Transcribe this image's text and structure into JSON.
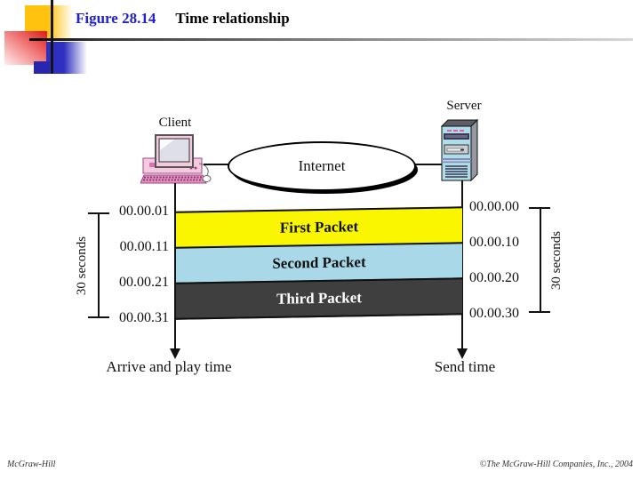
{
  "slide": {
    "figure_label": "Figure 28.14",
    "figure_title": "Time relationship",
    "footer_left": "McGraw-Hill",
    "footer_right": "©The McGraw-Hill Companies, Inc., 2004"
  },
  "diagram": {
    "client_label": "Client",
    "internet_label": "Internet",
    "server_label": "Server",
    "left_times": [
      "00.00.01",
      "00.00.11",
      "00.00.21",
      "00.00.31"
    ],
    "right_times": [
      "00.00.00",
      "00.00.10",
      "00.00.20",
      "00.00.30"
    ],
    "left_span": "30 seconds",
    "right_span": "30 seconds",
    "packets": [
      {
        "label": "First Packet",
        "fill": "#FAF600",
        "text": "#111111"
      },
      {
        "label": "Second Packet",
        "fill": "#A9D9E9",
        "text": "#111111"
      },
      {
        "label": "Third Packet",
        "fill": "#3F3F3F",
        "text": "#FFFFFF"
      }
    ],
    "arrive_label": "Arrive and play time",
    "send_label": "Send time"
  },
  "colors": {
    "title_blue": "#2121CE",
    "client_pink": "#F5CADF",
    "server_blue": "#AEDCE8",
    "deco_yellow": "#FFC20E",
    "deco_red": "#E01818",
    "deco_blue": "#3030C0"
  }
}
